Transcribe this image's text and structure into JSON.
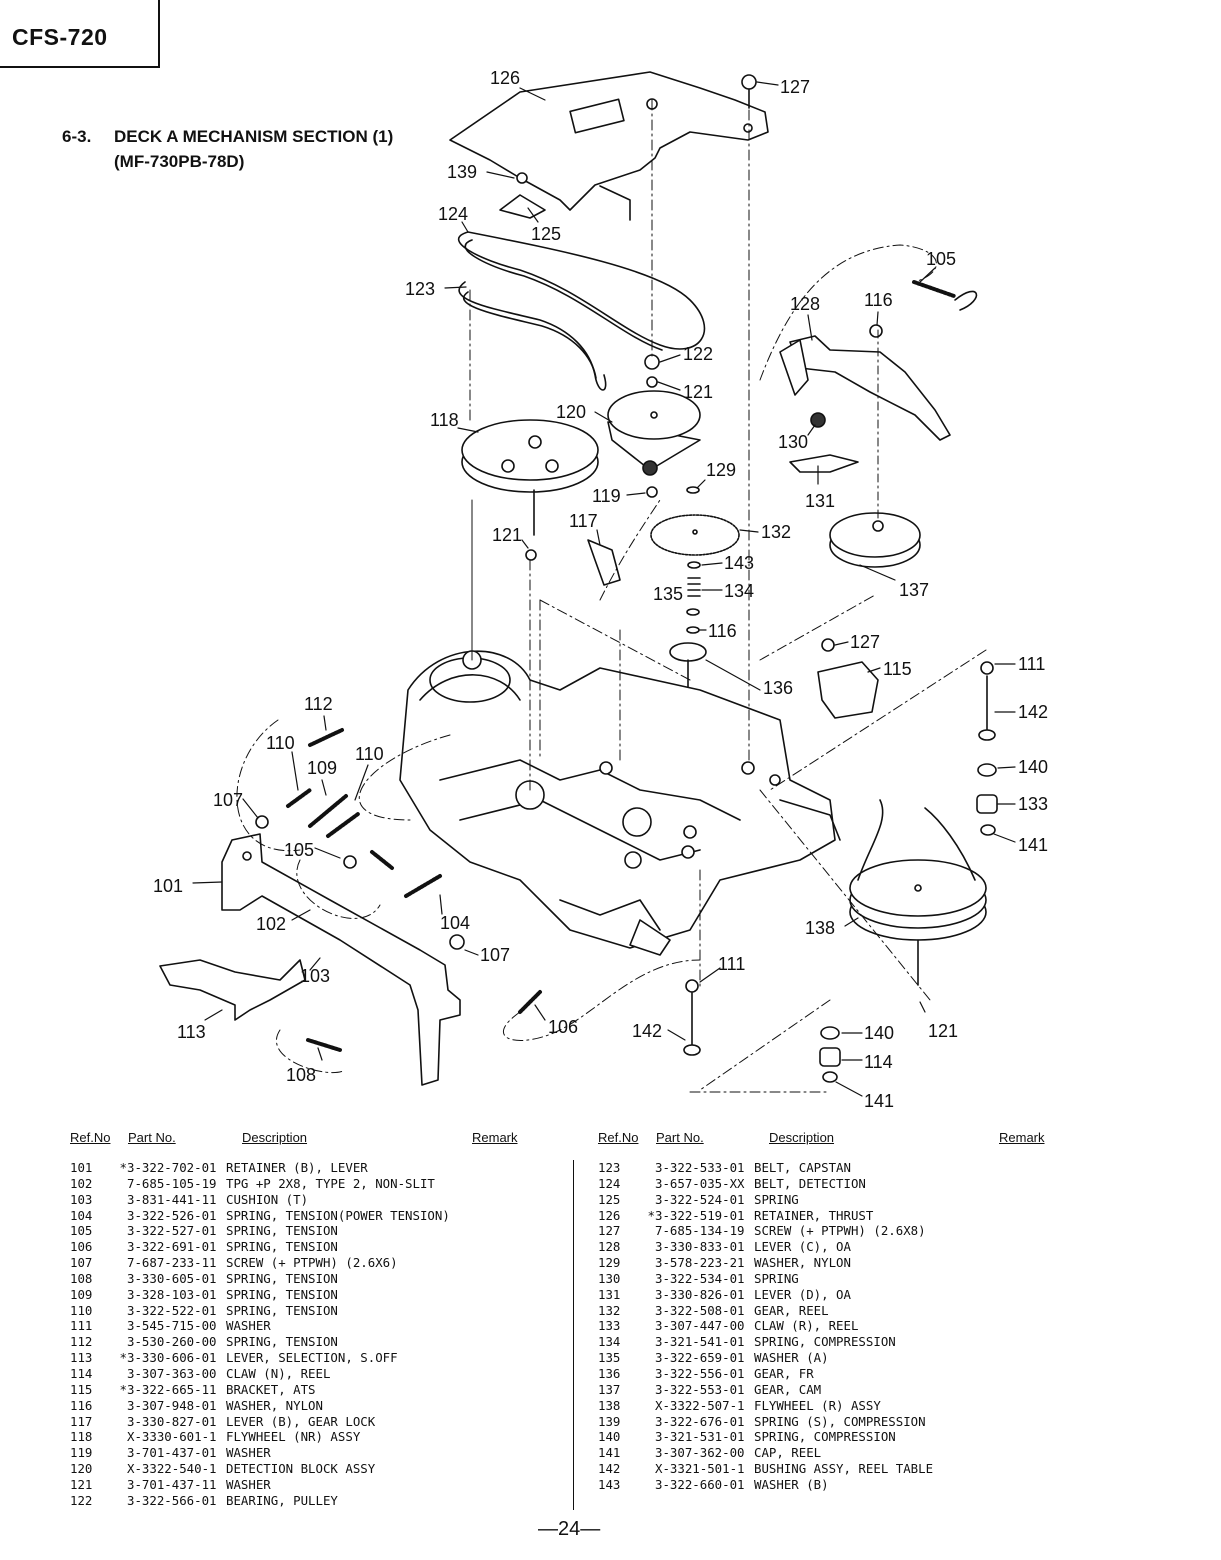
{
  "header": {
    "model": "CFS-720",
    "section_number": "6-3.",
    "section_title": "DECK A MECHANISM SECTION (1)",
    "section_subtitle": "(MF-730PB-78D)"
  },
  "callouts": [
    "126",
    "127",
    "139",
    "124",
    "125",
    "123",
    "105",
    "128",
    "116",
    "122",
    "121",
    "120",
    "118",
    "130",
    "129",
    "119",
    "131",
    "132",
    "117",
    "121",
    "143",
    "134",
    "135",
    "137",
    "116",
    "127",
    "115",
    "136",
    "111",
    "142",
    "112",
    "110",
    "109",
    "110",
    "140",
    "107",
    "133",
    "105",
    "141",
    "101",
    "102",
    "104",
    "107",
    "138",
    "103",
    "111",
    "113",
    "106",
    "142",
    "140",
    "121",
    "114",
    "108",
    "141"
  ],
  "table_headers": {
    "ref": "Ref.No",
    "part": "Part No.",
    "description": "Description",
    "remark": "Remark"
  },
  "parts_left": [
    {
      "ref": "101",
      "mark": "*",
      "part": "3-322-702-01",
      "desc": "RETAINER (B), LEVER"
    },
    {
      "ref": "102",
      "mark": "",
      "part": "7-685-105-19",
      "desc": "TPG +P 2X8, TYPE 2, NON-SLIT"
    },
    {
      "ref": "103",
      "mark": "",
      "part": "3-831-441-11",
      "desc": "CUSHION (T)"
    },
    {
      "ref": "104",
      "mark": "",
      "part": "3-322-526-01",
      "desc": "SPRING, TENSION(POWER TENSION)"
    },
    {
      "ref": "105",
      "mark": "",
      "part": "3-322-527-01",
      "desc": "SPRING, TENSION"
    },
    {
      "ref": "106",
      "mark": "",
      "part": "3-322-691-01",
      "desc": "SPRING, TENSION"
    },
    {
      "ref": "107",
      "mark": "",
      "part": "7-687-233-11",
      "desc": "SCREW (+ PTPWH) (2.6X6)"
    },
    {
      "ref": "108",
      "mark": "",
      "part": "3-330-605-01",
      "desc": "SPRING, TENSION"
    },
    {
      "ref": "109",
      "mark": "",
      "part": "3-328-103-01",
      "desc": "SPRING, TENSION"
    },
    {
      "ref": "110",
      "mark": "",
      "part": "3-322-522-01",
      "desc": "SPRING, TENSION"
    },
    {
      "ref": "111",
      "mark": "",
      "part": "3-545-715-00",
      "desc": "WASHER"
    },
    {
      "ref": "112",
      "mark": "",
      "part": "3-530-260-00",
      "desc": "SPRING, TENSION"
    },
    {
      "ref": "113",
      "mark": "*",
      "part": "3-330-606-01",
      "desc": "LEVER, SELECTION, S.OFF"
    },
    {
      "ref": "114",
      "mark": "",
      "part": "3-307-363-00",
      "desc": "CLAW (N), REEL"
    },
    {
      "ref": "115",
      "mark": "*",
      "part": "3-322-665-11",
      "desc": "BRACKET, ATS"
    },
    {
      "ref": "116",
      "mark": "",
      "part": "3-307-948-01",
      "desc": "WASHER, NYLON"
    },
    {
      "ref": "117",
      "mark": "",
      "part": "3-330-827-01",
      "desc": "LEVER (B), GEAR LOCK"
    },
    {
      "ref": "118",
      "mark": "",
      "part": "X-3330-601-1",
      "desc": "FLYWHEEL (NR) ASSY"
    },
    {
      "ref": "119",
      "mark": "",
      "part": "3-701-437-01",
      "desc": "WASHER"
    },
    {
      "ref": "120",
      "mark": "",
      "part": "X-3322-540-1",
      "desc": "DETECTION BLOCK ASSY"
    },
    {
      "ref": "121",
      "mark": "",
      "part": "3-701-437-11",
      "desc": "WASHER"
    },
    {
      "ref": "122",
      "mark": "",
      "part": "3-322-566-01",
      "desc": "BEARING, PULLEY"
    }
  ],
  "parts_right": [
    {
      "ref": "123",
      "mark": "",
      "part": "3-322-533-01",
      "desc": "BELT, CAPSTAN"
    },
    {
      "ref": "124",
      "mark": "",
      "part": "3-657-035-XX",
      "desc": "BELT, DETECTION"
    },
    {
      "ref": "125",
      "mark": "",
      "part": "3-322-524-01",
      "desc": "SPRING"
    },
    {
      "ref": "126",
      "mark": "*",
      "part": "3-322-519-01",
      "desc": "RETAINER, THRUST"
    },
    {
      "ref": "127",
      "mark": "",
      "part": "7-685-134-19",
      "desc": "SCREW (+ PTPWH) (2.6X8)"
    },
    {
      "ref": "128",
      "mark": "",
      "part": "3-330-833-01",
      "desc": "LEVER (C), OA"
    },
    {
      "ref": "129",
      "mark": "",
      "part": "3-578-223-21",
      "desc": "WASHER, NYLON"
    },
    {
      "ref": "130",
      "mark": "",
      "part": "3-322-534-01",
      "desc": "SPRING"
    },
    {
      "ref": "131",
      "mark": "",
      "part": "3-330-826-01",
      "desc": "LEVER (D), OA"
    },
    {
      "ref": "132",
      "mark": "",
      "part": "3-322-508-01",
      "desc": "GEAR, REEL"
    },
    {
      "ref": "133",
      "mark": "",
      "part": "3-307-447-00",
      "desc": "CLAW (R), REEL"
    },
    {
      "ref": "134",
      "mark": "",
      "part": "3-321-541-01",
      "desc": "SPRING, COMPRESSION"
    },
    {
      "ref": "135",
      "mark": "",
      "part": "3-322-659-01",
      "desc": "WASHER (A)"
    },
    {
      "ref": "136",
      "mark": "",
      "part": "3-322-556-01",
      "desc": "GEAR, FR"
    },
    {
      "ref": "137",
      "mark": "",
      "part": "3-322-553-01",
      "desc": "GEAR, CAM"
    },
    {
      "ref": "138",
      "mark": "",
      "part": "X-3322-507-1",
      "desc": "FLYWHEEL (R) ASSY"
    },
    {
      "ref": "139",
      "mark": "",
      "part": "3-322-676-01",
      "desc": "SPRING (S), COMPRESSION"
    },
    {
      "ref": "140",
      "mark": "",
      "part": "3-321-531-01",
      "desc": "SPRING, COMPRESSION"
    },
    {
      "ref": "141",
      "mark": "",
      "part": "3-307-362-00",
      "desc": "CAP, REEL"
    },
    {
      "ref": "142",
      "mark": "",
      "part": "X-3321-501-1",
      "desc": "BUSHING ASSY, REEL TABLE"
    },
    {
      "ref": "143",
      "mark": "",
      "part": "3-322-660-01",
      "desc": "WASHER (B)"
    }
  ],
  "footer": {
    "page": "—24—"
  }
}
